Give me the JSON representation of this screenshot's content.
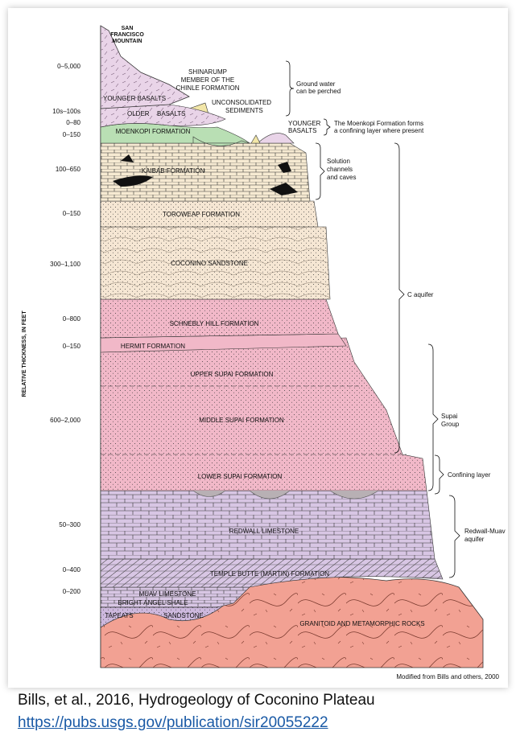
{
  "y_axis_label": "RELATIVE THICKNESS, IN FEET",
  "thickness_labels": [
    "0–5,000",
    "10s–100s",
    "0–80",
    "0–150",
    "100–650",
    "0–150",
    "300–1,100",
    "0–800",
    "0–150",
    "600–2,000",
    "50–300",
    "0–400",
    "0–200"
  ],
  "formations": {
    "san_francisco_mountain": [
      "SAN",
      "FRANCISCO",
      "MOUNTAIN"
    ],
    "younger_basalts_upper": "YOUNGER BASALTS",
    "shinarump": [
      "SHINARUMP",
      "MEMBER OF THE",
      "CHINLE FORMATION"
    ],
    "older_basalts": [
      "OLDER",
      "BASALTS"
    ],
    "unconsolidated": [
      "UNCONSOLIDATED",
      "SEDIMENTS"
    ],
    "moenkopi": "MOENKOPI FORMATION",
    "younger_basalts_right": [
      "YOUNGER",
      "BASALTS"
    ],
    "kaibab": "KAIBAB FORMATION",
    "toroweap": "TOROWEAP FORMATION",
    "coconino": "COCONINO SANDSTONE",
    "schnebly": "SCHNEBLY HILL FORMATION",
    "hermit": "HERMIT FORMATION",
    "upper_supai": "UPPER SUPAI FORMATION",
    "middle_supai": "MIDDLE SUPAI FORMATION",
    "lower_supai": "LOWER SUPAI FORMATION",
    "redwall": "REDWALL LIMESTONE",
    "temple_butte": "TEMPLE BUTTE (MARTIN) FORMATION",
    "muav": "MUAV LIMESTONE",
    "bright_angel": "BRIGHT ANGEL SHALE",
    "tapeats": [
      "TAPEATS",
      "SANDSTONE"
    ],
    "granitoid": "GRANITOID AND METAMORPHIC ROCKS"
  },
  "annotations": {
    "ground_water": [
      "Ground water",
      "can be perched"
    ],
    "moenkopi_note": [
      "The Moenkopi Formation forms",
      "a confining layer where present"
    ],
    "solution": [
      "Solution",
      "channels",
      "and caves"
    ],
    "c_aquifer": "C aquifer",
    "supai_group": [
      "Supai",
      "Group"
    ],
    "confining_layer": "Confining layer",
    "redwall_muav": [
      "Redwall-Muav",
      "aquifer"
    ]
  },
  "credit": "Modified from Bills and others, 2000",
  "caption": {
    "line1": "Bills, et al., 2016, Hydrogeology of Coconino Plateau",
    "line2": "https://pubs.usgs.gov/publication/sir20055222"
  },
  "colors": {
    "volcanic": "#e9d4e8",
    "moenkopi": "#b9dfb4",
    "kaibab": "#f6ead2",
    "coconino": "#f5e6d3",
    "supai": "#f1b8c8",
    "redwall": "#d8c6e4",
    "granitoid": "#f2a193",
    "tapeats": "#cdb8dd"
  }
}
